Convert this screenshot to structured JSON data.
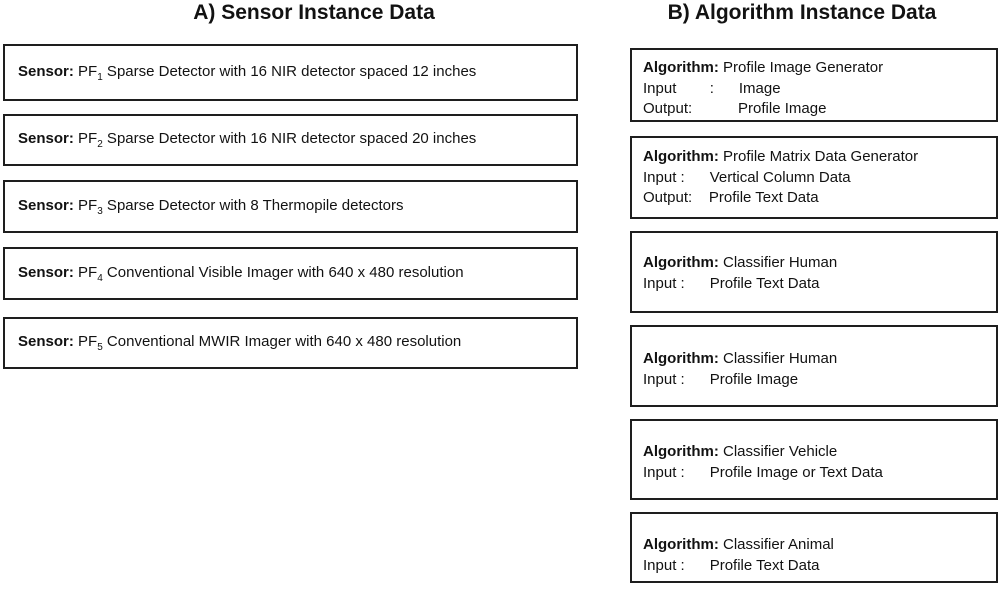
{
  "colors": {
    "background": "#ffffff",
    "border": "#1e1e1e",
    "text": "#121212"
  },
  "panel_a": {
    "title": "A) Sensor Instance Data",
    "boxes": [
      {
        "lines": [
          [
            {
              "text": "Sensor:",
              "bold": true
            },
            {
              "text": " PF"
            },
            {
              "text": "1",
              "sub": true
            },
            {
              "text": " Sparse Detector with 16 NIR detector spaced 12 inches"
            }
          ]
        ]
      },
      {
        "lines": [
          [
            {
              "text": "Sensor:",
              "bold": true
            },
            {
              "text": " PF"
            },
            {
              "text": "2",
              "sub": true
            },
            {
              "text": " Sparse Detector with 16 NIR detector spaced 20 inches"
            }
          ]
        ]
      },
      {
        "lines": [
          [
            {
              "text": "Sensor:",
              "bold": true
            },
            {
              "text": " PF"
            },
            {
              "text": "3",
              "sub": true
            },
            {
              "text": " Sparse Detector with 8 Thermopile detectors"
            }
          ]
        ]
      },
      {
        "lines": [
          [
            {
              "text": "Sensor:",
              "bold": true
            },
            {
              "text": " PF"
            },
            {
              "text": "4",
              "sub": true
            },
            {
              "text": " Conventional Visible Imager with 640 x 480 resolution"
            }
          ]
        ]
      },
      {
        "lines": [
          [
            {
              "text": "Sensor:",
              "bold": true
            },
            {
              "text": " PF"
            },
            {
              "text": "5",
              "sub": true
            },
            {
              "text": " Conventional MWIR Imager with 640 x 480 resolution"
            }
          ]
        ]
      }
    ]
  },
  "panel_b": {
    "title": "B) Algorithm Instance Data",
    "boxes": [
      {
        "lines": [
          [
            {
              "text": "Algorithm:",
              "bold": true
            },
            {
              "text": " Profile Image Generator"
            }
          ],
          [
            {
              "text": "Input        :      Image"
            }
          ],
          [
            {
              "text": "Output:           Profile Image"
            }
          ]
        ]
      },
      {
        "lines": [
          [
            {
              "text": "Algorithm:",
              "bold": true
            },
            {
              "text": " Profile Matrix Data Generator"
            }
          ],
          [
            {
              "text": "Input :      Vertical Column Data"
            }
          ],
          [
            {
              "text": "Output:    Profile Text Data"
            }
          ]
        ]
      },
      {
        "lines": [
          [
            {
              "text": "Algorithm:",
              "bold": true
            },
            {
              "text": " Classifier Human"
            }
          ],
          [
            {
              "text": "Input :      Profile Text Data"
            }
          ]
        ]
      },
      {
        "lines": [
          [
            {
              "text": "Algorithm:",
              "bold": true
            },
            {
              "text": " Classifier Human"
            }
          ],
          [
            {
              "text": "Input :      Profile Image"
            }
          ]
        ]
      },
      {
        "lines": [
          [
            {
              "text": "Algorithm:",
              "bold": true
            },
            {
              "text": " Classifier Vehicle"
            }
          ],
          [
            {
              "text": "Input :      Profile Image or Text Data"
            }
          ]
        ]
      },
      {
        "lines": [
          [
            {
              "text": "Algorithm:",
              "bold": true
            },
            {
              "text": " Classifier Animal"
            }
          ],
          [
            {
              "text": "Input :      Profile Text Data"
            }
          ]
        ]
      }
    ]
  }
}
